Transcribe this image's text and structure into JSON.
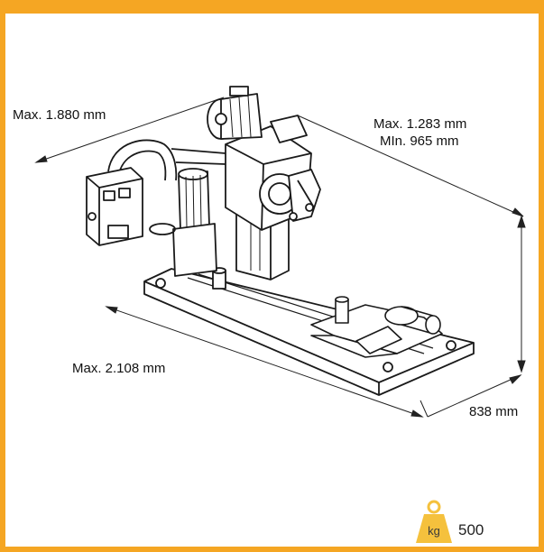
{
  "border_color": "#F5A623",
  "dimensions": {
    "height_max": "Max. 1.880 mm",
    "depth_max": "Max. 1.283 mm",
    "depth_min": "MIn. 965 mm",
    "length_max": "Max. 2.108 mm",
    "width": "838 mm"
  },
  "weight": {
    "unit_label": "kg",
    "value": "500",
    "icon": "weight-icon",
    "icon_color": "#F5C13D"
  }
}
